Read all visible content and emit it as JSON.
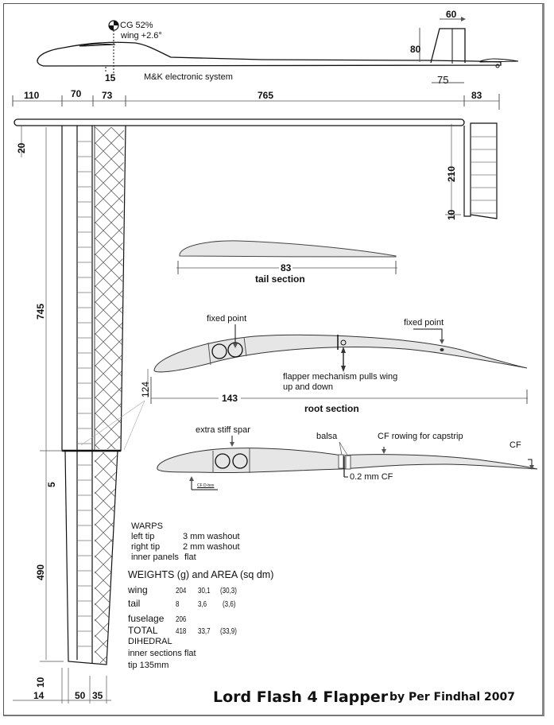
{
  "side_view": {
    "cg_label": "CG 52%",
    "wing_incidence": "wing +2.6°",
    "cg_offset_dim": "15",
    "system_label": "M&K electronic system",
    "fin_top_dim": "60",
    "fin_height_dim": "80",
    "fin_base_dim": "75"
  },
  "top_view": {
    "span_dims": [
      "110",
      "70",
      "73",
      "765",
      "83"
    ],
    "root_le_offset_dim": "20",
    "inner_panel_length_dim": "745",
    "hinge_gap_dim": "5",
    "outer_panel_length_dim": "490",
    "tip_offset_dim": "10",
    "tip_dims": [
      "14",
      "50",
      "35"
    ],
    "stab_span_dim": "210",
    "stab_tip_dim": "10"
  },
  "tail_section": {
    "chord_dim": "83",
    "caption": "tail section"
  },
  "root_section": {
    "fixed_point_front": "fixed point",
    "fixed_point_rear": "fixed point",
    "mechanism_note_line1": "flapper mechanism pulls wing",
    "mechanism_note_line2": "up and down",
    "thickness_dim": "124",
    "chord_dim": "143",
    "caption": "root section"
  },
  "outer_section": {
    "spar_label": "extra stiff spar",
    "balsa_label": "balsa",
    "capstrip_label": "CF rowing for capstrip",
    "te_label": "CF",
    "cf_thickness_label": "0.2 mm CF",
    "dbox_label": "CF D-box"
  },
  "warps": {
    "heading": "WARPS",
    "rows": [
      {
        "part": "left tip",
        "value": "3 mm washout"
      },
      {
        "part": "right tip",
        "value": "2 mm washout"
      },
      {
        "part": "inner panels",
        "value": "flat"
      }
    ]
  },
  "weights": {
    "heading": "WEIGHTS (g) and AREA (sq dm)",
    "rows": [
      {
        "part": "wing",
        "weight": "204",
        "area": "30,1",
        "area_alt": "(30,3)"
      },
      {
        "part": "tail",
        "weight": "8",
        "area": "3,6",
        "area_alt": "(3,6)"
      },
      {
        "part": "fuselage",
        "weight": "206",
        "area": "",
        "area_alt": ""
      },
      {
        "part": "TOTAL",
        "weight": "418",
        "area": "33,7",
        "area_alt": "(33,9)"
      }
    ]
  },
  "dihedral": {
    "heading": "DIHEDRAL",
    "line1": "inner sections flat",
    "line2": "tip  135mm"
  },
  "footer": {
    "title": "Lord Flash 4 Flapper",
    "byline": "by Per Findhal  2007"
  },
  "colors": {
    "line": "#111111",
    "dim_line": "#555555",
    "airfoil_fill": "#e6e6e6",
    "hatch": "#666666"
  }
}
